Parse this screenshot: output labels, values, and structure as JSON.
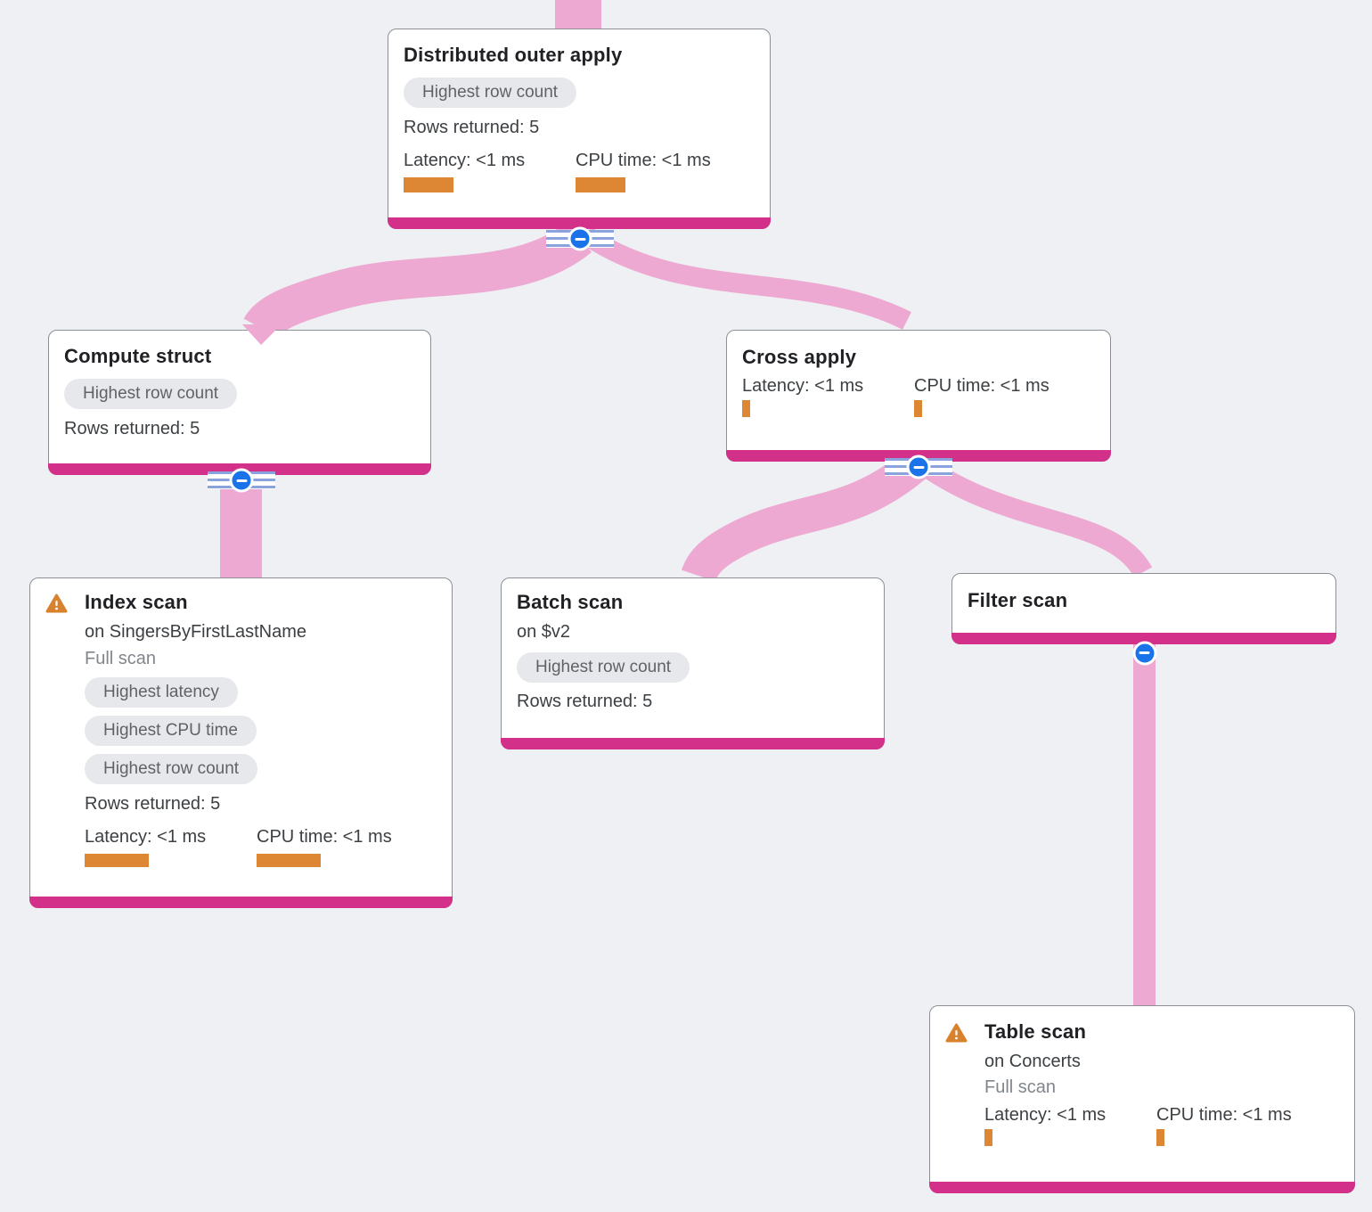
{
  "app": "Query execution plan visualizer",
  "colors": {
    "background": "#eef0f3",
    "edge_pink": "#eda9d1",
    "node_footer_magenta": "#d33189",
    "metric_bar_orange": "#dd8633",
    "warning_orange": "#d9822e",
    "badge_bg": "#e7e8eb",
    "badge_text": "#5f6368",
    "collapse_blue": "#1a73e8",
    "collapse_stripe_blue": "#8aa3dc"
  },
  "icons": {
    "warning": "warning-triangle-icon",
    "collapse": "collapse-minus-circle-icon"
  },
  "nodes": {
    "distributed_outer_apply": {
      "title": "Distributed outer apply",
      "badge": "Highest row count",
      "rows": "Rows returned: 5",
      "latency": "Latency: <1 ms",
      "cpu": "CPU time: <1 ms"
    },
    "compute_struct": {
      "title": "Compute struct",
      "badge": "Highest row count",
      "rows": "Rows returned: 5"
    },
    "cross_apply": {
      "title": "Cross apply",
      "latency": "Latency: <1 ms",
      "cpu": "CPU time: <1 ms"
    },
    "index_scan": {
      "title": "Index scan",
      "target": "on SingersByFirstLastName",
      "scan_type": "Full scan",
      "badges": [
        "Highest latency",
        "Highest CPU time",
        "Highest row count"
      ],
      "rows": "Rows returned: 5",
      "latency": "Latency: <1 ms",
      "cpu": "CPU time: <1 ms"
    },
    "batch_scan": {
      "title": "Batch scan",
      "target": "on $v2",
      "badge": "Highest row count",
      "rows": "Rows returned: 5"
    },
    "filter_scan": {
      "title": "Filter scan"
    },
    "table_scan": {
      "title": "Table scan",
      "target": "on Concerts",
      "scan_type": "Full scan",
      "latency": "Latency: <1 ms",
      "cpu": "CPU time: <1 ms"
    }
  }
}
